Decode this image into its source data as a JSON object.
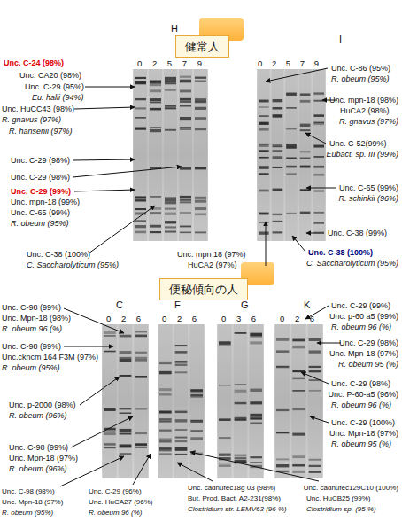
{
  "diagram": {
    "nodes": [
      {
        "text": [
          "健常人"
        ]
      },
      {
        "text": [
          "便秘傾向の人"
        ]
      }
    ],
    "labels": [
      "H",
      "0 2 5 7 9",
      "I",
      "0 2 5 7 9",
      "Unc. C-24 (98%)",
      "Unc. CA20 (98%)",
      "Unc. C-29 (95%)",
      "Eu. halii (94%)",
      "Unc. HuCC43 (98%)",
      "R. gnavus (97%)",
      "R. hansenii (97%)",
      "Unc. C-29 (98%)",
      "Unc. C-29 (98%)",
      "Unc. C-29 (99%)",
      "Unc. mpn-18 (99%)",
      "Unc. C-65 (99%)",
      "R. obeum (95%)",
      "Unc. C-38 (100%)",
      "C. Saccharolyticum (95%)",
      "Unc. mpn 18 (97%)",
      "HuCA2 (97%)",
      "Unc. C-86 (95%)",
      "R. obeum (95%)",
      "Unc. mpn-18 (98%)",
      "HuCA2 (98%)",
      "R. gnavus (97%)",
      "Unc. C-52(99%)",
      "Eubact. sp. III (99%)",
      "Unc. C-65 (99%)",
      "R. schinkii (96%)",
      "Unc. C-38 (99%)",
      "Unc. C-38 (100%)",
      "C. Saccharolyticum (95%)",
      "C",
      "0 2 6",
      "F",
      "0 2 6",
      "G",
      "0 3 6",
      "K",
      "0 2 6",
      "Unc. C-98 (99%)",
      "Unc. Mpn-18 (98%)",
      "R. obeum 96 (%)",
      "Unc. C-98 (99%)",
      "Unc.ckncm 164 F3M (97%)",
      "R. obeum (95%)",
      "Unc. p-2000 (98%)",
      "R. obeum (96%)",
      "Unc. C-98 (99%)",
      "Unc. Mpn-18 (97%)",
      "R. obeum (96%)",
      "Unc. C-98 (98%)",
      "Unc. Mpn-18 (97%)",
      "R. obeum (95%)",
      "Unc. C-29 (96%)",
      "Unc. HuCA27 (96%)",
      "R. obeum 96 (%)",
      "Unc. cadhufec18g 03 (98%)",
      "But. Prod. Bact. A2-231(98%)",
      "Clostridium str. LEMV63 (96 %)",
      "Unc. cadhufec129C10 (100%)",
      "Unc. HuCB25 (99%)",
      "Clostridium sp. (95 %)",
      "Unc. C-29 (99%)",
      "Unc. p-60 a5 (99%)",
      "R. obeum 96 (%)",
      "Unc. C-29 (98%)",
      "Unc. Mpn-18 (97%)",
      "R. obeum 95 (%)",
      "Unc. C-29 (98%)",
      "Unc. P-60-a5 (96%)",
      "R. obeum 96 (%)",
      "Unc. C-29 (100%)",
      "Unc. Mpn-18 (97%)",
      "R. obeum 95 (%)"
    ]
  }
}
